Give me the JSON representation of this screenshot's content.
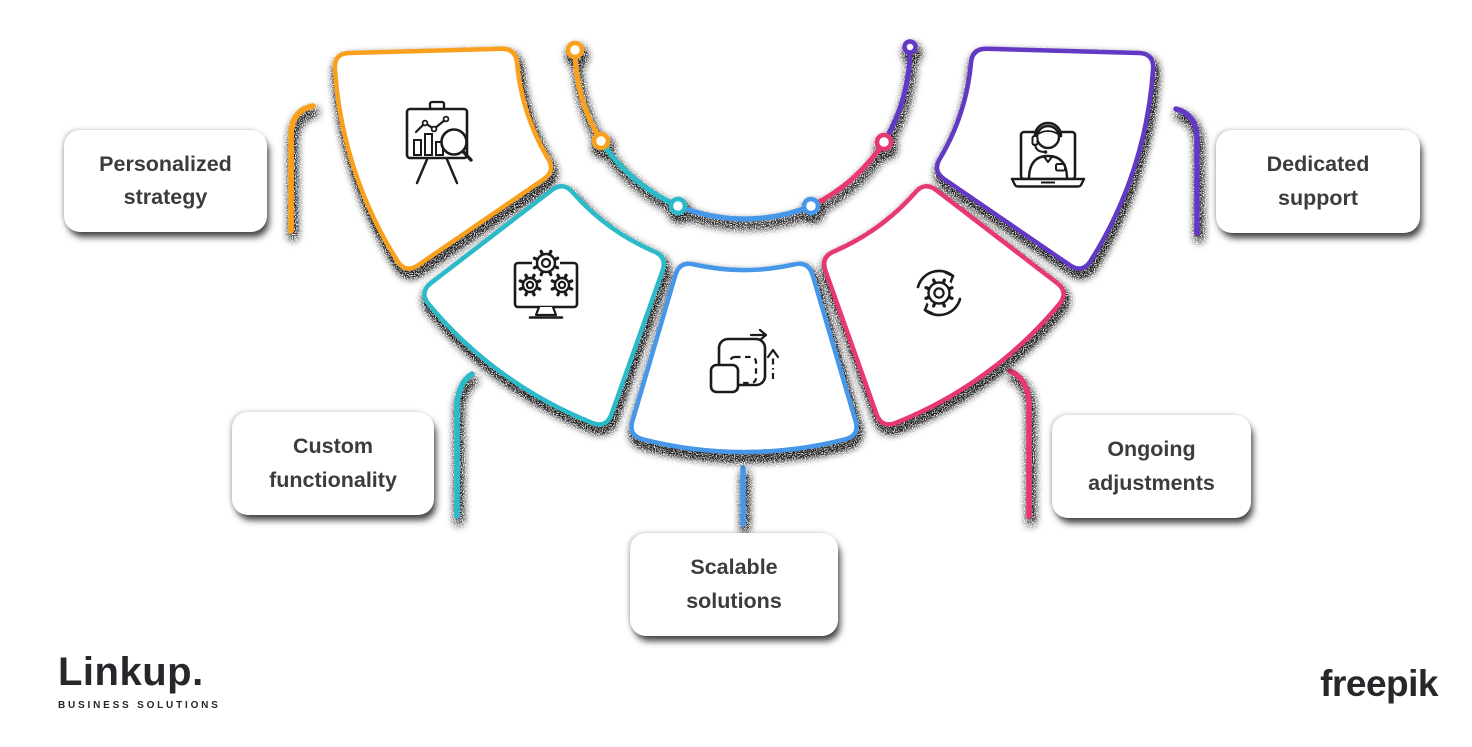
{
  "canvas": {
    "background": "#FFFFFF"
  },
  "items": [
    {
      "label": "Personalized strategy",
      "lines": [
        "Personalized",
        "strategy"
      ],
      "color": "#F9A01B",
      "icon": "presentation-analysis-icon"
    },
    {
      "label": "Custom functionality",
      "lines": [
        "Custom",
        "functionality"
      ],
      "color": "#29BAC8",
      "icon": "monitor-gears-icon"
    },
    {
      "label": "Scalable solutions",
      "lines": [
        "Scalable",
        "solutions"
      ],
      "color": "#4697E9",
      "icon": "scalable-squares-icon"
    },
    {
      "label": "Ongoing adjustments",
      "lines": [
        "Ongoing",
        "adjustments"
      ],
      "color": "#E8386F",
      "icon": "gear-rotation-icon"
    },
    {
      "label": "Dedicated support",
      "lines": [
        "Dedicated",
        "support"
      ],
      "color": "#6238C4",
      "icon": "support-agent-laptop-icon"
    }
  ],
  "styles": {
    "label_text_color": "#3C3C3C",
    "icon_stroke_color": "#1B1B1B",
    "shadow_color": "#1E1E1E"
  },
  "branding": {
    "logo_text": "Linkup.",
    "logo_tagline": "BUSINESS SOLUTIONS",
    "watermark_text": "freepik",
    "brand_text_color": "#26262B"
  }
}
